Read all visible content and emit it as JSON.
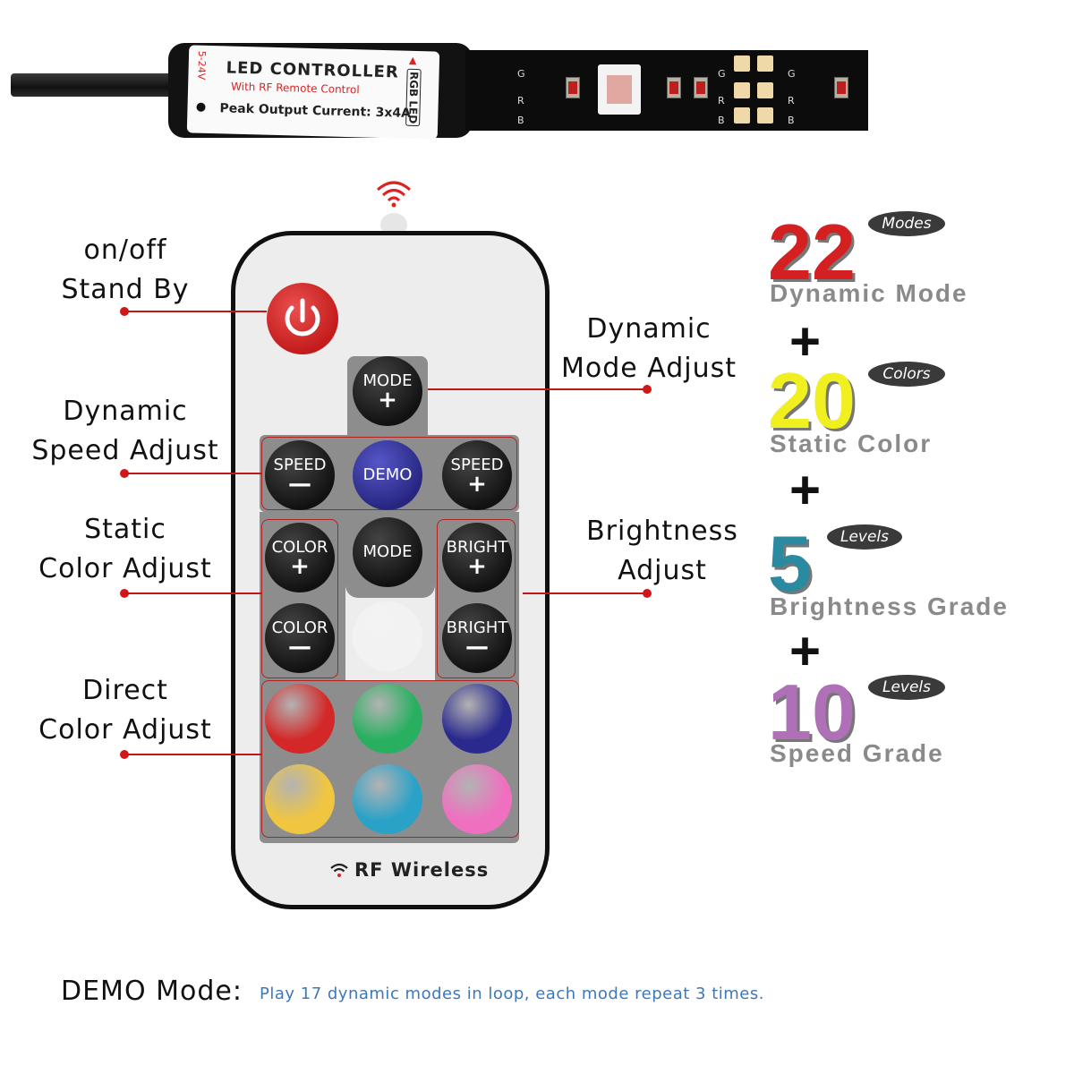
{
  "controller": {
    "title": "LED CONTROLLER",
    "subtitle": "With RF Remote Control",
    "output": "Peak Output Current: 3x4A",
    "voltage": "5-24V",
    "side_tag": "RGB LED",
    "strip_pins": [
      "G",
      "R",
      "B"
    ]
  },
  "remote": {
    "buttons": {
      "mode_plus": {
        "label": "MODE",
        "sym": "+"
      },
      "speed_minus": {
        "label": "SPEED",
        "sym": "—"
      },
      "demo": {
        "label": "DEMO"
      },
      "speed_plus": {
        "label": "SPEED",
        "sym": "+"
      },
      "color_plus": {
        "label": "COLOR",
        "sym": "+"
      },
      "mode": {
        "label": "MODE"
      },
      "bright_plus": {
        "label": "BRIGHT",
        "sym": "+"
      },
      "color_minus": {
        "label": "COLOR",
        "sym": "—"
      },
      "bright_minus": {
        "label": "BRIGHT",
        "sym": "—"
      }
    },
    "colors": {
      "white": "#f2f2f2",
      "red": "#d42828",
      "green": "#28b060",
      "blue": "#2a2a8e",
      "yellow": "#f0c640",
      "cyan": "#2aa2c8",
      "pink": "#f070c0"
    },
    "footer": "RF Wireless"
  },
  "callouts": {
    "onoff": [
      "on/off",
      "Stand By"
    ],
    "dyn_speed": [
      "Dynamic",
      "Speed Adjust"
    ],
    "static_color": [
      "Static",
      "Color Adjust"
    ],
    "direct_color": [
      "Direct",
      "Color Adjust"
    ],
    "dyn_mode": [
      "Dynamic",
      "Mode Adjust"
    ],
    "brightness": [
      "Brightness",
      "Adjust"
    ]
  },
  "stats": [
    {
      "num": "22",
      "pill": "Modes",
      "sub": "Dynamic Mode",
      "color": "#d42020"
    },
    {
      "num": "20",
      "pill": "Colors",
      "sub": "Static Color",
      "color": "#f0f020"
    },
    {
      "num": "5",
      "pill": "Levels",
      "sub": "Brightness Grade",
      "color": "#2a8aa0"
    },
    {
      "num": "10",
      "pill": "Levels",
      "sub": "Speed Grade",
      "color": "#b070b8"
    }
  ],
  "plus_sign": "+",
  "demo": {
    "title": "DEMO Mode:",
    "desc": "Play 17 dynamic modes in loop,  each mode repeat 3 times."
  }
}
